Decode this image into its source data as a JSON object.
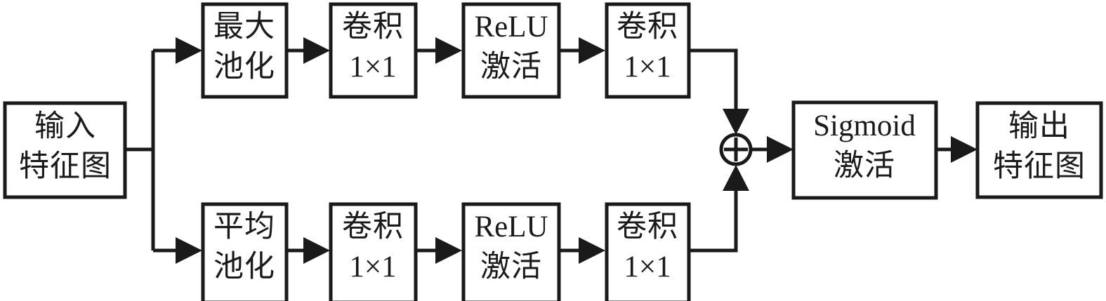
{
  "diagram": {
    "title": "Channel attention module (CBAM-style) block diagram",
    "orientation": "left-to-right",
    "stroke_color": "#1a1a1a",
    "fill_color": "#ffffff",
    "nodes": {
      "input": {
        "line1": "输入",
        "line2": "特征图"
      },
      "max_pool": {
        "line1": "最大",
        "line2": "池化"
      },
      "avg_pool": {
        "line1": "平均",
        "line2": "池化"
      },
      "conv_top_1": {
        "line1": "卷积",
        "line2": "1×1"
      },
      "relu_top": {
        "line1": "ReLU",
        "line2": "激活"
      },
      "conv_top_2": {
        "line1": "卷积",
        "line2": "1×1"
      },
      "conv_bottom_1": {
        "line1": "卷积",
        "line2": "1×1"
      },
      "relu_bottom": {
        "line1": "ReLU",
        "line2": "激活"
      },
      "conv_bottom_2": {
        "line1": "卷积",
        "line2": "1×1"
      },
      "sum": {
        "symbol": "⊕"
      },
      "sigmoid": {
        "line1": "Sigmoid",
        "line2": "激活"
      },
      "output": {
        "line1": "输出",
        "line2": "特征图"
      }
    }
  }
}
